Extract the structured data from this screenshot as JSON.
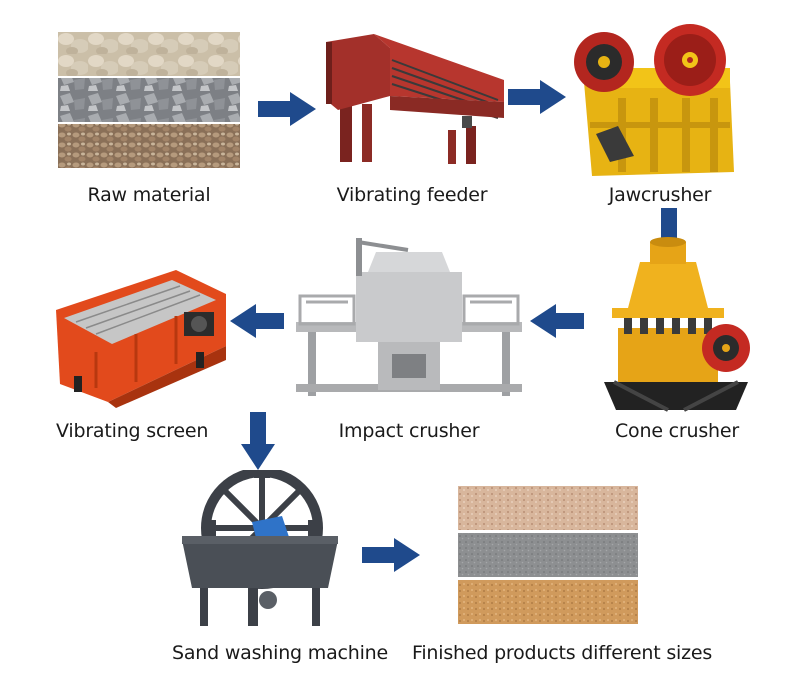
{
  "colors": {
    "arrow": "#1f4a8c",
    "feeder_red": "#a3302a",
    "jaw_yellow": "#f2c418",
    "cone_orange": "#e6a417",
    "screen_orange": "#e24a1c",
    "impact_gray": "#c9cacc",
    "washer_dark": "#3c4047",
    "washer_blue": "#2f73c8"
  },
  "steps": {
    "raw_material": "Raw material",
    "vibrating_feeder": "Vibrating feeder",
    "jaw_crusher": "Jawcrusher",
    "cone_crusher": "Cone crusher",
    "impact_crusher": "Impact crusher",
    "vibrating_screen": "Vibrating screen",
    "sand_washing": "Sand washing machine",
    "finished_products": "Finished products different sizes"
  },
  "icons": {
    "arrow_right": "arrow-right-icon",
    "arrow_left": "arrow-left-icon",
    "arrow_down": "arrow-down-icon"
  }
}
